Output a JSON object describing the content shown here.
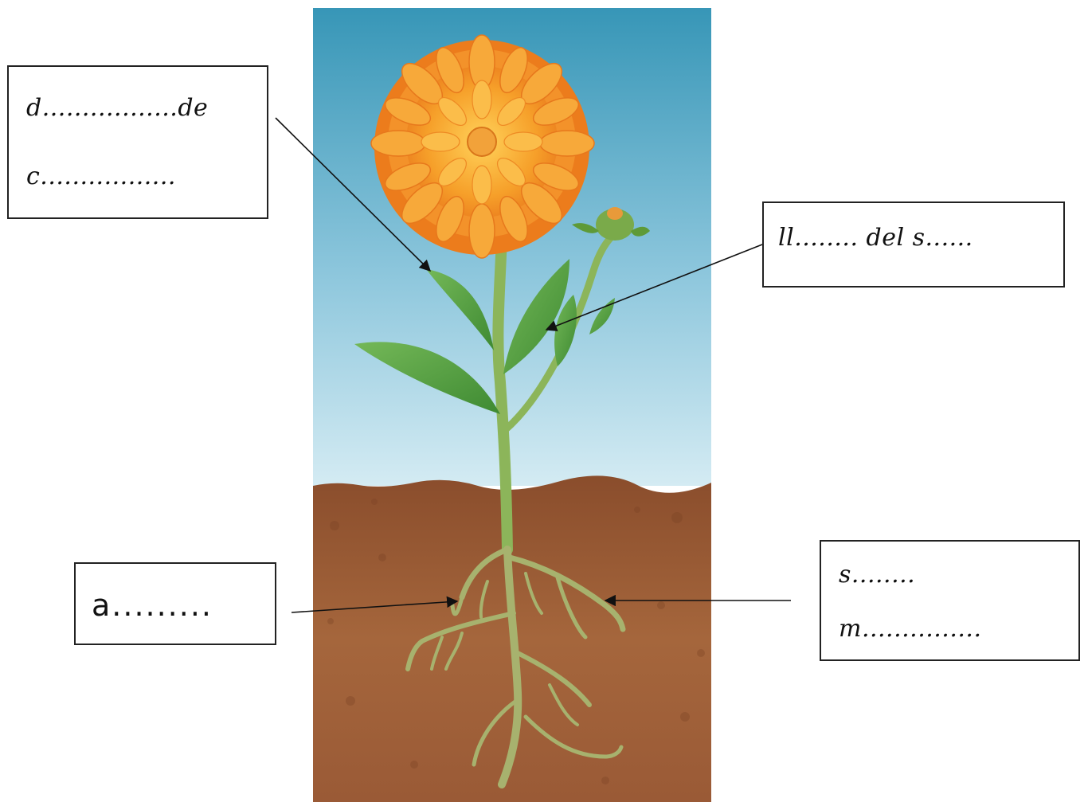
{
  "labels": {
    "flower_line1": "d.................de",
    "flower_line2": "c.................",
    "leaf": "ll........ del s......",
    "stem_root": "a.........",
    "roots_line1": "s........",
    "roots_line2": "m..............."
  },
  "colors": {
    "sky_top": "#3a98b8",
    "sky_bottom": "#cfe8f2",
    "soil": "#9a5a34",
    "petal": "#f28a1c",
    "leaf": "#4e9a3a",
    "stem": "#8fb85a",
    "root": "#9fae6a"
  }
}
